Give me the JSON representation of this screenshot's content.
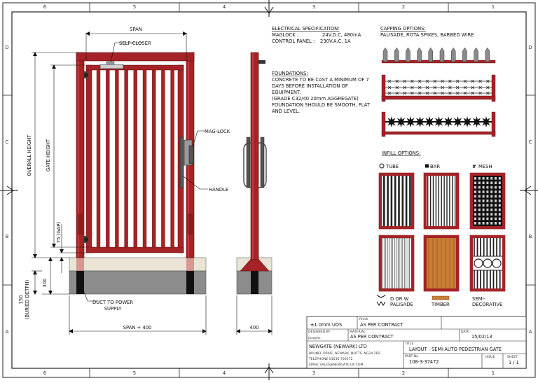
{
  "border": {
    "columns": [
      "6",
      "5",
      "4",
      "3",
      "2",
      "1"
    ],
    "rows": [
      "D",
      "C",
      "B",
      "A"
    ]
  },
  "colors": {
    "gate_red": "#a52326",
    "gate_red_dark": "#7a1518",
    "gate_red_light": "#c4393b",
    "concrete_light": "#e9e4d6",
    "concrete_dark": "#8c8c8c",
    "post_black": "#111111",
    "timber": "#c97d35"
  },
  "labels": {
    "span": "SPAN",
    "self_closer": "SELF-CLOSER",
    "overall_height": "OVERALL HEIGHT",
    "gate_height": "GATE HEIGHT",
    "mag_lock": "MAG-LOCK",
    "handle": "HANDLE",
    "gap": "75 (GAP)",
    "dim_300": "300",
    "buried_value": "150",
    "buried_label": "(BURIED DETPH)",
    "duct_line1": "DUCT TO POWER",
    "duct_line2": "SUPPLY",
    "span_plus": "SPAN + 400",
    "dim_400": "400"
  },
  "electrical": {
    "title": "ELECTRICAL SPECIFICATION:",
    "rows": [
      {
        "name": "MAGLOCK :",
        "value": "24V.D.C, 480mA"
      },
      {
        "name": "CONTROL PANEL :",
        "value": "230V.A.C, 1A"
      }
    ]
  },
  "foundations": {
    "title": "FOUNDATIONS:",
    "lines": [
      "CONCRETE TO BE CAST A MINIMUM OF 7",
      "DAYS BEFORE INSTALLATION OF",
      "EQUIPMENT.",
      "(GRADE C32/40 20mm AGGREGATE)",
      "FOUNDATION SHOULD BE SMOOTH, FLAT",
      "AND LEVEL."
    ]
  },
  "capping": {
    "title": "CAPPING OPTIONS:",
    "subtitle": "PALISADE, ROTA SPIKES, BARBED WIRE"
  },
  "infill": {
    "title": "INFILL OPTIONS:",
    "top": [
      {
        "icon": "circle-icon",
        "glyph": "○",
        "label": "TUBE"
      },
      {
        "icon": "square-icon",
        "glyph": "▪",
        "label": "BAR"
      },
      {
        "icon": "mesh-icon",
        "glyph": "#",
        "label": "MESH"
      }
    ],
    "bottom": [
      {
        "line1": "D OR W",
        "line2": "PALISADE"
      },
      {
        "line1": "",
        "line2": "TIMBER"
      },
      {
        "line1": "SEMI-",
        "line2": "DECORATIVE"
      }
    ]
  },
  "title_block": {
    "tolerance": "±1.0mm UOS",
    "finish_label": "finish",
    "finish": "AS PER CONTRACT",
    "designed_by_label": "DESIGNED BY",
    "designed_by": "josephs",
    "material_label": "MATERIAL",
    "material": "AS PER CONTRACT",
    "date_label": "DATE",
    "date": "15/02/13",
    "title_label": "TITLE",
    "title": "LAYOUT - SEMI-AUTO PEDESTRIAN GATE",
    "company": "NEWGATE (NEWARK) LTD",
    "address": "BRUNEL DRIVE, NEWARK, NOTTS. NG24 2DE",
    "telephone": "TELEPHONE 01636 700172",
    "email": "EMAIL SALES@NEWGATE.UK.COM",
    "part_no_label": "PART No",
    "part_no": "108-3-37472",
    "issue_label": "ISSUE",
    "issue": "",
    "sheet_label": "SHEET",
    "sheet": "1 / 1"
  }
}
